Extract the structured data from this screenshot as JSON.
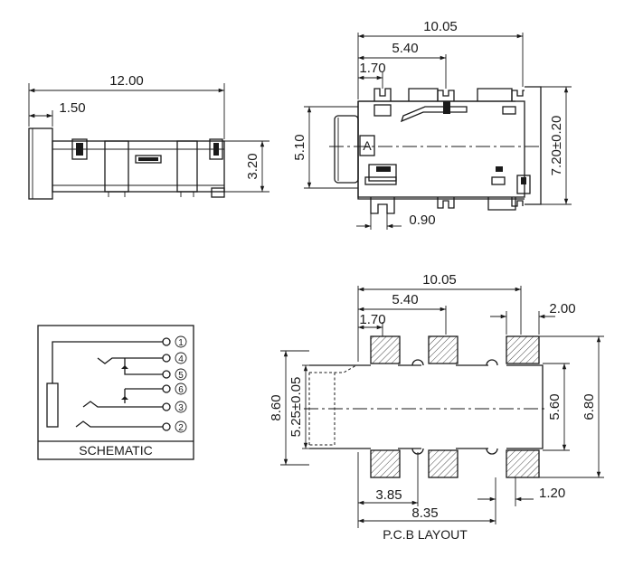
{
  "side_view": {
    "dim_overall_length": "12.00",
    "dim_flange": "1.50",
    "dim_height": "3.20"
  },
  "top_view": {
    "dim_overall_length": "10.05",
    "dim_pin_pitch": "5.40",
    "dim_edge": "1.70",
    "dim_body_width": "5.10",
    "dim_overall_width": "7.20±0.20",
    "dim_pin_width": "0.90",
    "marking": "A"
  },
  "schematic": {
    "caption": "SCHEMATIC",
    "pins": [
      "1",
      "4",
      "5",
      "6",
      "3",
      "2"
    ]
  },
  "pcb_layout": {
    "caption": "P.C.B LAYOUT",
    "dim_overall_length": "10.05",
    "dim_pad_pitch": "5.40",
    "dim_edge": "1.70",
    "dim_pad_length": "2.00",
    "dim_overall_width": "8.60",
    "dim_inner_width": "5.25±0.05",
    "dim_pad_span": "5.60",
    "dim_pad_outer": "6.80",
    "dim_pitch_a": "3.85",
    "dim_pad_width": "1.20",
    "dim_pitch_b": "8.35"
  }
}
